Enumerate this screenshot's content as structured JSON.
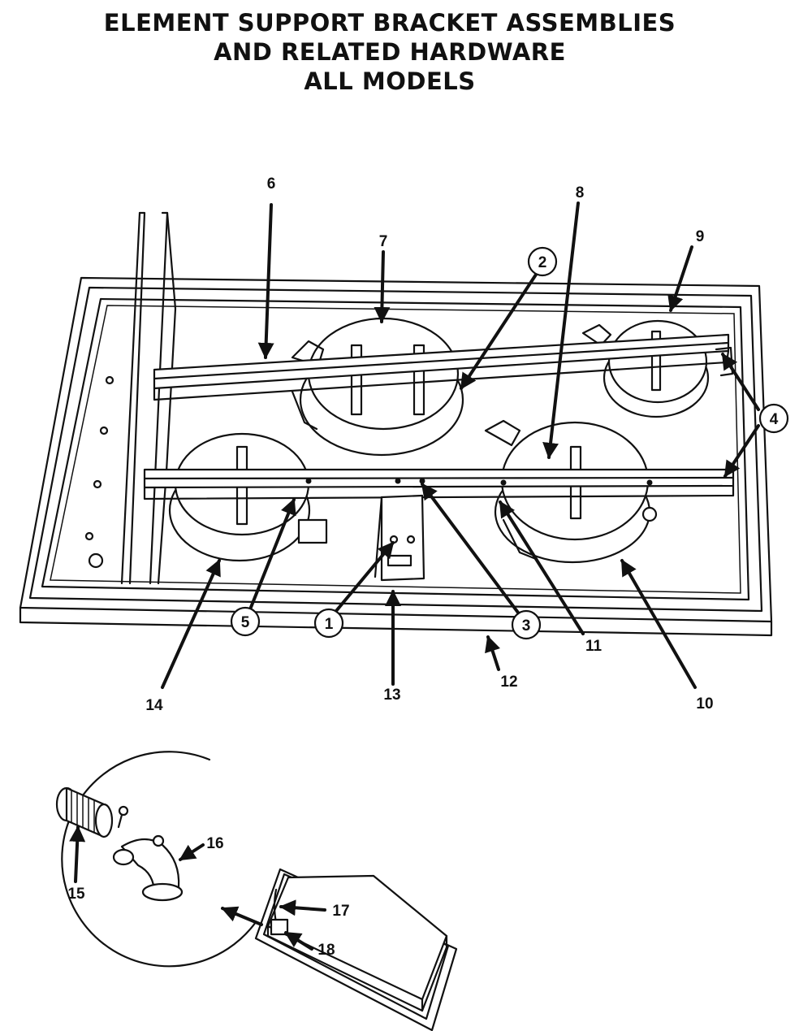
{
  "title": {
    "line1": "ELEMENT SUPPORT BRACKET ASSEMBLIES",
    "line2": "AND RELATED HARDWARE",
    "line3": "ALL MODELS"
  },
  "callouts": {
    "c1": "1",
    "c2": "2",
    "c3": "3",
    "c4": "4",
    "c5": "5",
    "c6": "6",
    "c7": "7",
    "c8": "8",
    "c9": "9",
    "c10": "10",
    "c11": "11",
    "c12": "12",
    "c13": "13",
    "c14": "14",
    "c15": "15",
    "c16": "16",
    "c17": "17",
    "c18": "18"
  }
}
